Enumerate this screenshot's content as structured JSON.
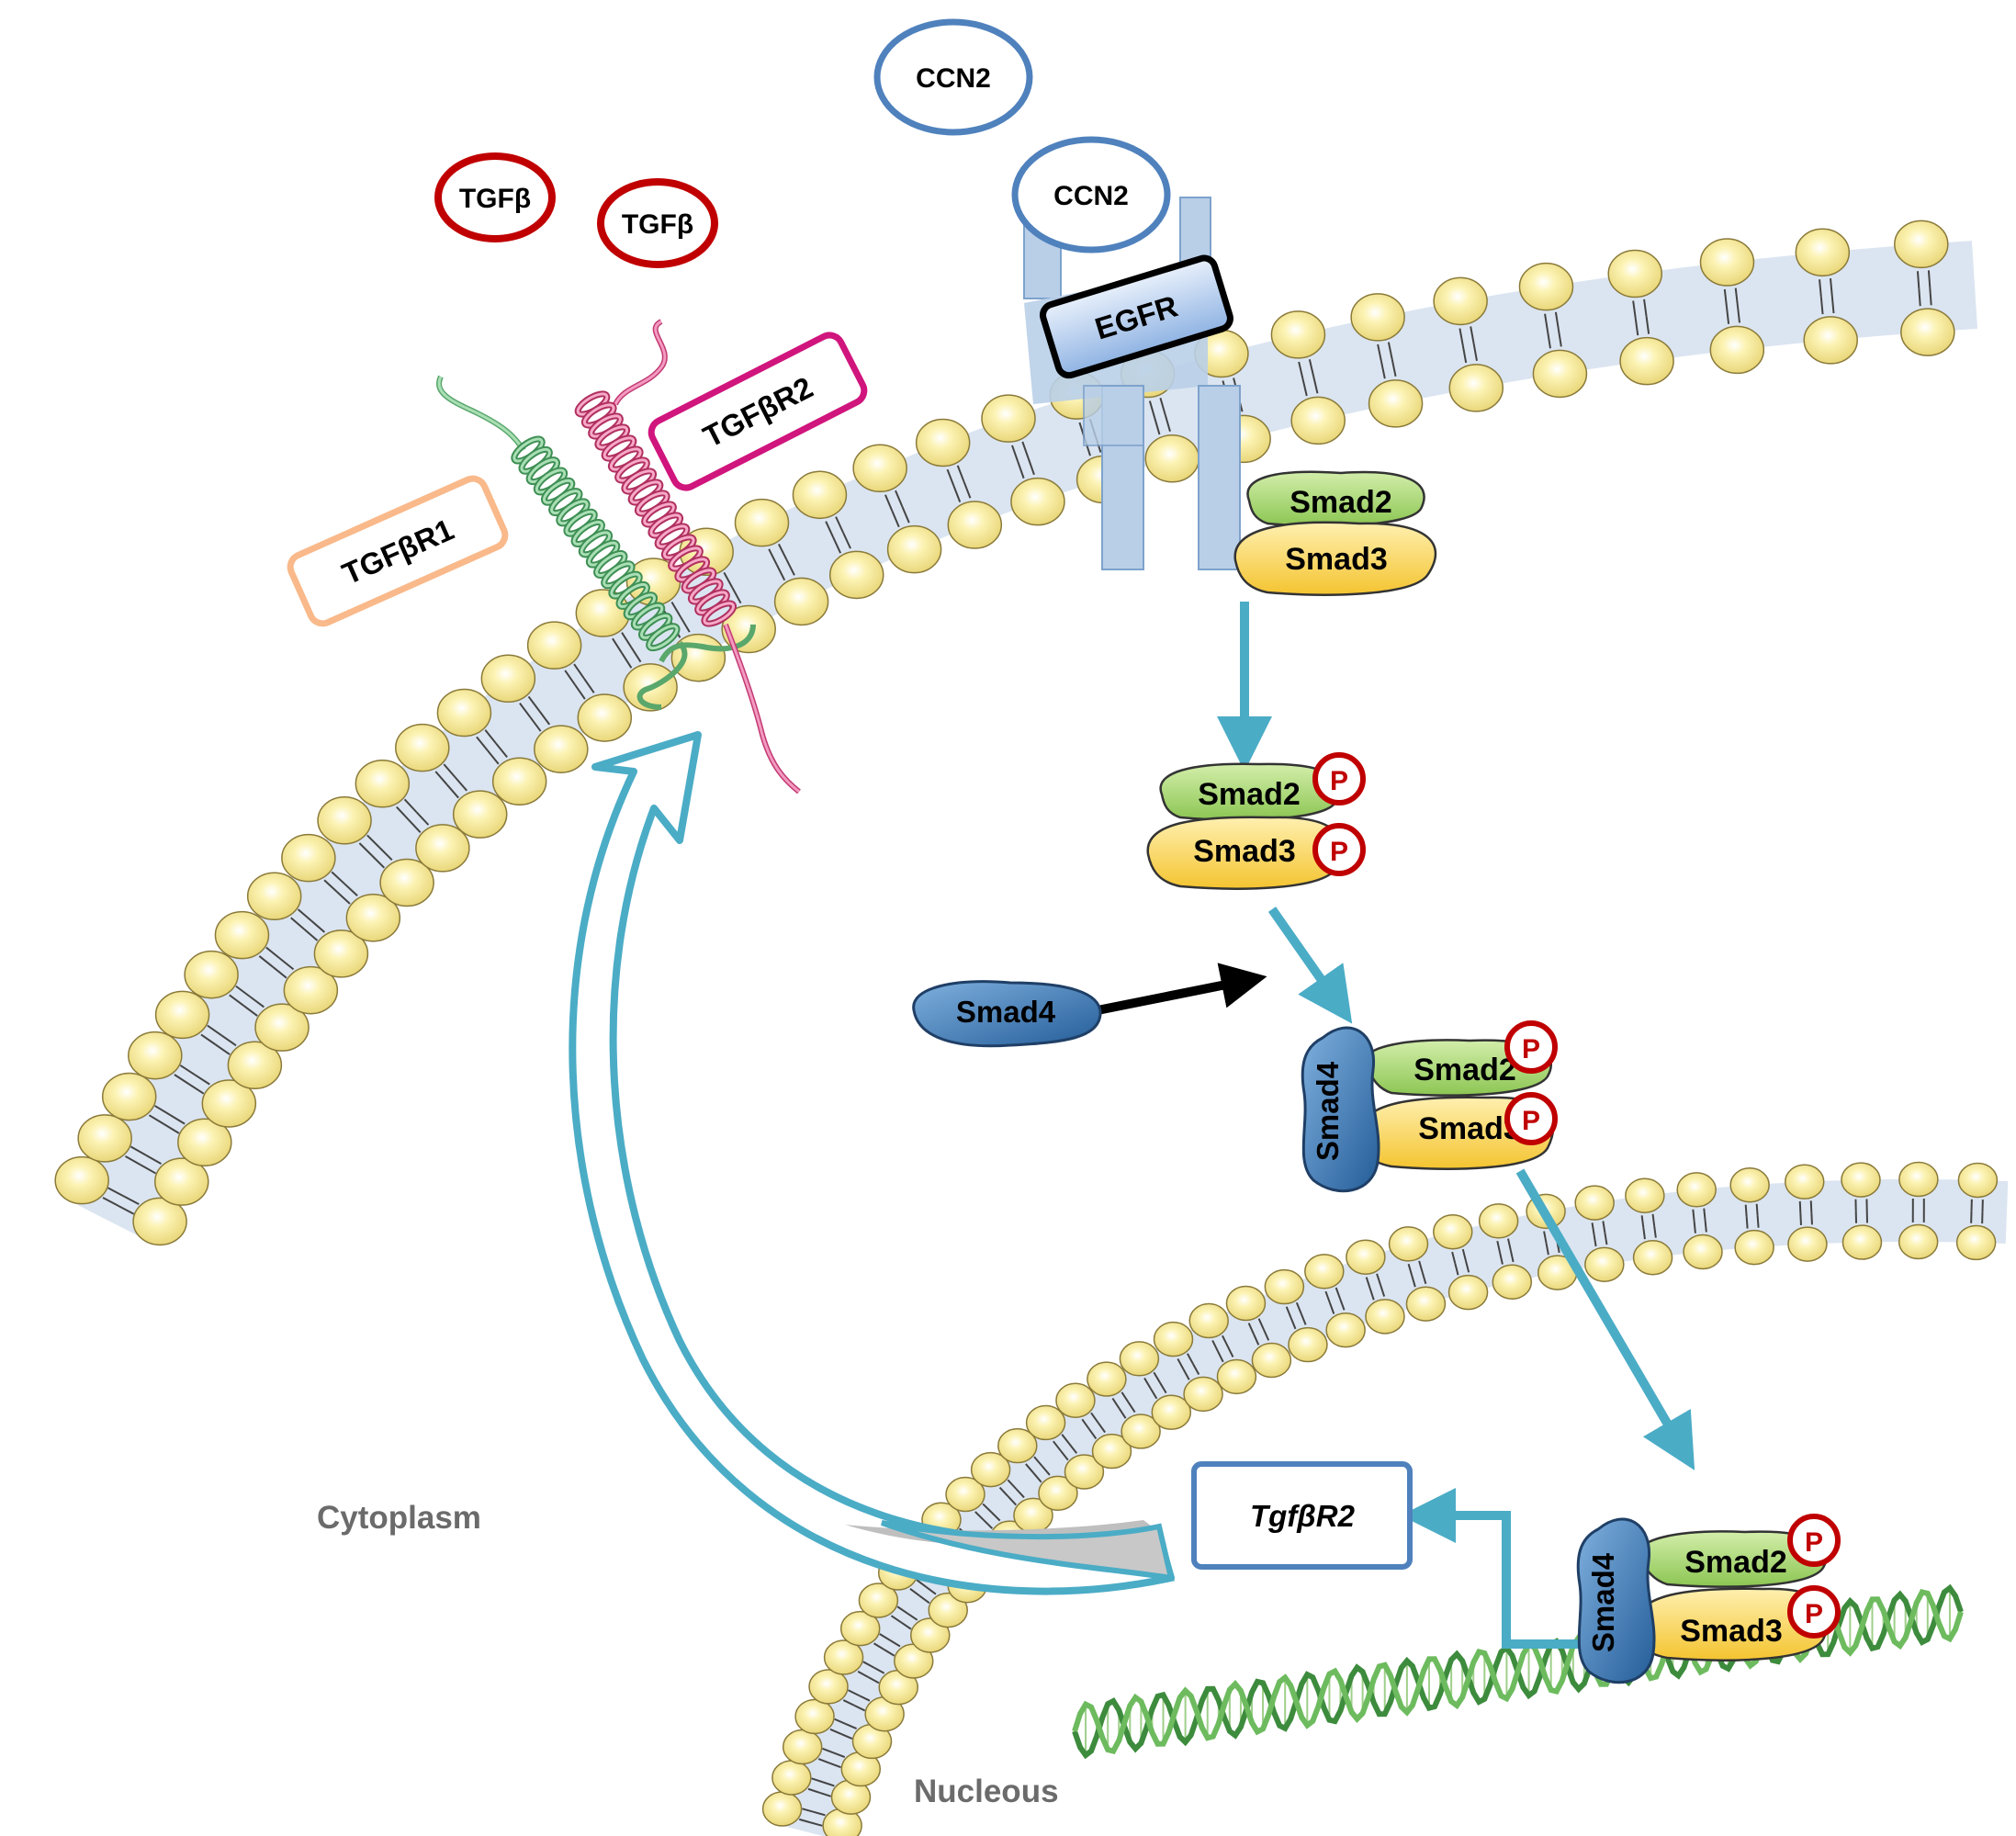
{
  "ligands": {
    "tgfb_1": "TGFβ",
    "tgfb_2": "TGFβ",
    "ccn2_free": "CCN2",
    "ccn2_bound": "CCN2"
  },
  "receptors": {
    "tgfbr1": "TGFβR1",
    "tgfbr2": "TGFβR2",
    "egfr": "EGFR"
  },
  "smads": {
    "smad2": "Smad2",
    "smad3": "Smad3",
    "smad4": "Smad4",
    "phospho": "P"
  },
  "gene": {
    "tgfbr2_gene": "TgfβR2"
  },
  "compartments": {
    "cytoplasm": "Cytoplasm",
    "nucleus": "Nucleous"
  },
  "colors": {
    "tgfb_ring": "#c00000",
    "ccn2_ring": "#4f81bd",
    "tgfbr1_box": "#f9b98a",
    "tgfbr2_box": "#d0157d",
    "arrow_teal": "#4bacc6",
    "smad2_fill": "#a9d571",
    "smad3_fill": "#ffd966",
    "smad4_fill": "#3c78b5",
    "lipid_head": "#fbefa3",
    "membrane_core": "#dbe5f1"
  }
}
